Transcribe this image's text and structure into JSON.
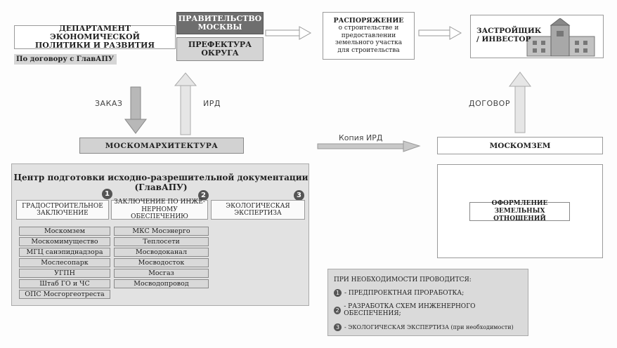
{
  "top": {
    "department": [
      "ДЕПАРТАМЕНТ ЭКОНОМИЧЕСКОЙ",
      "ПОЛИТИКИ И РАЗВИТИЯ"
    ],
    "contract_note": "По договору с ГлавАПУ",
    "government": [
      "ПРАВИТЕЛЬСТВО",
      "МОСКВЫ"
    ],
    "prefecture": [
      "ПРЕФЕКТУРА",
      "ОКРУГА"
    ],
    "order": [
      "РАСПОРЯЖЕНИЕ",
      "о строительстве и",
      "предоставлении",
      "земельного участка",
      "для строительства"
    ],
    "developer": [
      "ЗАСТРОЙЩИК",
      "/ ИНВЕСТОР"
    ]
  },
  "arrows": {
    "order_label": "ЗАКАЗ",
    "ird_label": "ИРД",
    "contract_label": "ДОГОВОР",
    "copy_label": "Копия ИРД"
  },
  "middle": {
    "moskomarch": "МОСКОМАРХИТЕКТУРА",
    "moskomzem": "МОСКОМЗЕМ"
  },
  "center": {
    "title": [
      "Центр подготовки исходно-разрешительной документации",
      "(ГлавАПУ)"
    ],
    "columns": [
      {
        "num": "1",
        "header": [
          "ГРАДОСТРОИТЕЛЬНОЕ",
          "ЗАКЛЮЧЕНИЕ"
        ],
        "items": [
          "Москомзем",
          "Москомимущество",
          "МГЦ санэпиднадзора",
          "Мослесопарк",
          "УГПН",
          "Штаб ГО и ЧС",
          "ОПС Мосгоргеотреста"
        ]
      },
      {
        "num": "2",
        "header": [
          "ЗАКЛЮЧЕНИЕ ПО ИНЖЕ-",
          "НЕРНОМУ ОБЕСПЕЧЕНИЮ"
        ],
        "items": [
          "МКС Мосэнерго",
          "Теплосети",
          "Мосводоканал",
          "Мосводосток",
          "Мосгаз",
          "Мосводопровод"
        ]
      },
      {
        "num": "3",
        "header": [
          "ЭКОЛОГИЧЕСКАЯ",
          "ЭКСПЕРТИЗА"
        ],
        "items": []
      }
    ]
  },
  "land": {
    "label": [
      "ОФОРМЛЕНИЕ ЗЕМЕЛЬНЫХ",
      "ОТНОШЕНИЙ"
    ]
  },
  "note": {
    "title": "ПРИ НЕОБХОДИМОСТИ ПРОВОДИТСЯ:",
    "lines": [
      {
        "num": "1",
        "text": "- ПРЕДПРОЕКТНАЯ ПРОРАБОТКА;"
      },
      {
        "num": "2",
        "text": "- РАЗРАБОТКА СХЕМ ИНЖЕНЕРНОГО ОБЕСПЕЧЕНИЯ;"
      },
      {
        "num": "3",
        "text": "- ЭКОЛОГИЧЕСКАЯ ЭКСПЕРТИЗА (при необходимости)"
      }
    ]
  }
}
